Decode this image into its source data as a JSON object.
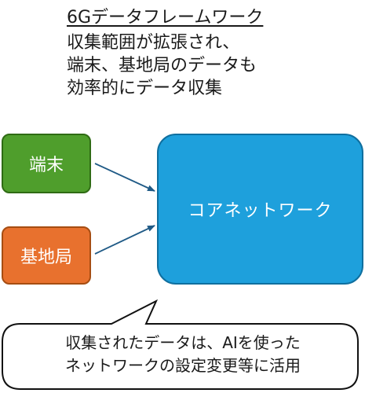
{
  "header": {
    "title": "6Gデータフレームワーク",
    "description_lines": [
      "収集範囲が拡張され、",
      "端末、基地局のデータも",
      "効率的にデータ収集"
    ]
  },
  "nodes": {
    "terminal": {
      "label": "端末",
      "color": "#4f9e2c"
    },
    "base_station": {
      "label": "基地局",
      "color": "#e8712e"
    },
    "core_network": {
      "label": "コアネットワーク",
      "color": "#1ea0dc"
    }
  },
  "edges": [
    {
      "from": "端末",
      "to": "コアネットワーク"
    },
    {
      "from": "基地局",
      "to": "コアネットワーク"
    }
  ],
  "callout": {
    "lines": [
      "収集されたデータは、AIを使った",
      "ネットワークの設定変更等に活用"
    ]
  }
}
